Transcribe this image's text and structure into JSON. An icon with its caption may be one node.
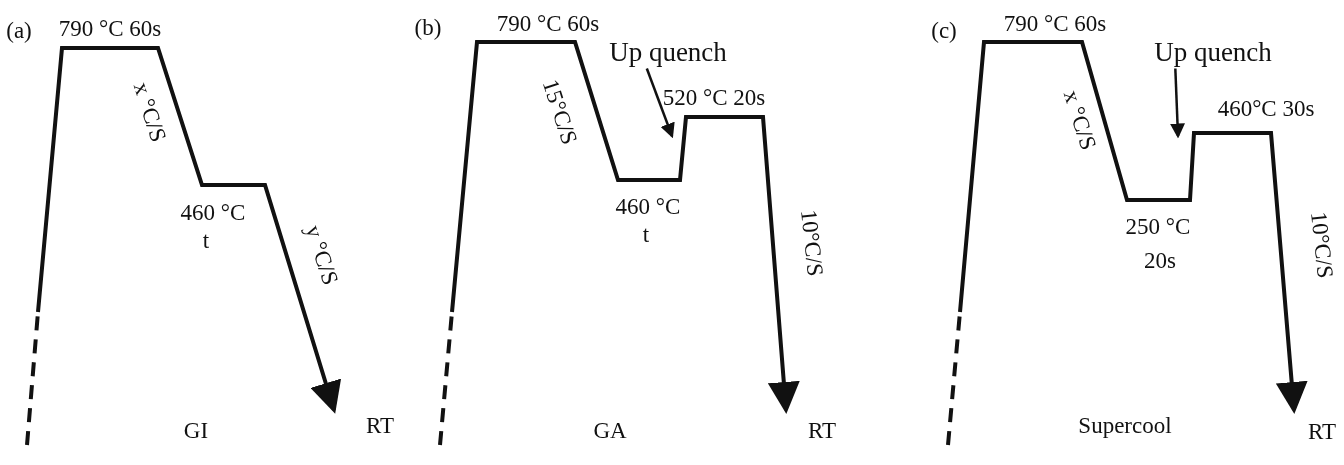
{
  "diagram": {
    "nodes": [
      {
        "text": [
          "Up quench"
        ]
      },
      {
        "text": [
          "Up quench"
        ]
      }
    ],
    "edges": [
      {
        "from": 0,
        "to": null,
        "arrow": "to"
      },
      {
        "from": 1,
        "to": null,
        "arrow": "to"
      }
    ],
    "labels": [
      "(a)",
      "790 °C 60s",
      "x °C/S",
      "460 °C",
      "t",
      "y °C/S",
      "GI",
      "RT",
      "(b)",
      "790 °C 60s",
      "15°C/S",
      "520 °C 20s",
      "460 °C",
      "t",
      "10°C/S",
      "GA",
      "RT",
      "(c)",
      "790 °C 60s",
      "x °C/S",
      "460°C 30s",
      "250 °C",
      "20s",
      "10°C/S",
      "Supercool",
      "RT"
    ]
  }
}
